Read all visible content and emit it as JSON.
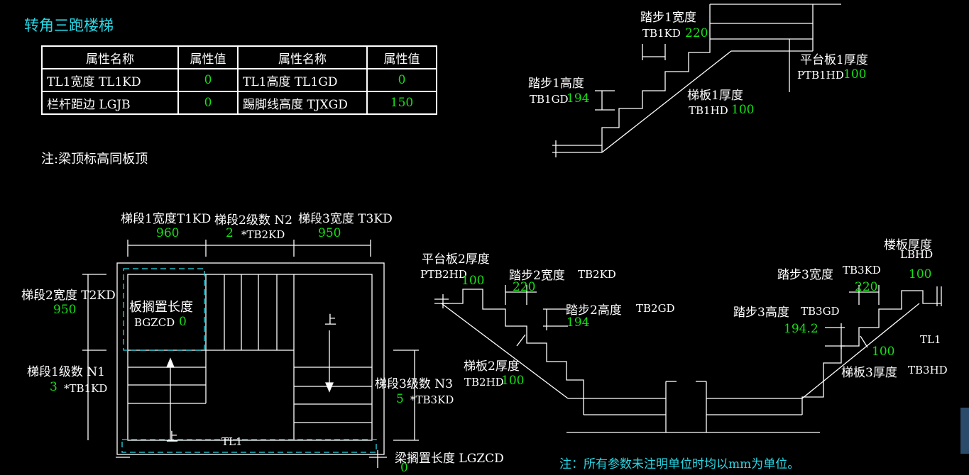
{
  "title": "转角三跑楼梯",
  "table": {
    "headers": [
      "属性名称",
      "属性值",
      "属性名称",
      "属性值"
    ],
    "rows": [
      [
        "TL1宽度  TL1KD",
        "0",
        "TL1高度 TL1GD",
        "0"
      ],
      [
        "栏杆距边 LGJB",
        "0",
        "踢脚线高度 TJXGD",
        "150"
      ]
    ]
  },
  "note_top": "注:梁顶标高同板顶",
  "note_bottom": "注：所有参数未注明单位时均以mm为单位。",
  "top_diagram": {
    "step_width_label": "踏步1宽度",
    "step_width_code": "TB1KD",
    "step_width_value": "220",
    "platform_label": "平台板1厚度",
    "platform_code": "PTB1HD",
    "platform_value": "100",
    "step_height_label": "踏步1高度",
    "step_height_code": "TB1GD",
    "step_height_value": "194",
    "slab_label": "梯板1厚度",
    "slab_code": "TB1HD",
    "slab_value": "100"
  },
  "plan": {
    "t1_label": "梯段1宽度T1KD",
    "t1_value": "960",
    "n2_label": "梯段2级数 N2",
    "n2_value": "2",
    "tb2kd": "*TB2KD",
    "t3_label": "梯段3宽度 T3KD",
    "t3_value": "950",
    "t2_label": "梯段2宽度 T2KD",
    "t2_value": "950",
    "bgzcd_label": "板搁置长度",
    "bgzcd_code": "BGZCD",
    "bgzcd_value": "0",
    "n1_label": "梯段1级数 N1",
    "n1_value": "3",
    "tb1kd": "*TB1KD",
    "n3_label": "梯段3级数 N3",
    "n3_value": "5",
    "tb3kd": "*TB3KD",
    "up1": "上",
    "up2": "上",
    "tl1": "TL1",
    "lgzcd_label": "梁搁置长度  LGZCD",
    "lgzcd_value": "0"
  },
  "section": {
    "ptb2_label": "平台板2厚度",
    "ptb2_code": "PTB2HD",
    "ptb2_value": "100",
    "tb2kd_label": "踏步2宽度",
    "tb2kd_code": "TB2KD",
    "tb2kd_value": "220",
    "tb2gd_label": "踏步2高度",
    "tb2gd_code": "TB2GD",
    "tb2gd_value": "194",
    "tb2hd_label": "梯板2厚度",
    "tb2hd_code": "TB2HD",
    "tb2hd_value": "100",
    "lbhd_label": "楼板厚度",
    "lbhd_code": "LBHD",
    "lbhd_value": "100",
    "tb3kd_label": "踏步3宽度",
    "tb3kd_code": "TB3KD",
    "tb3kd_value": "220",
    "tb3gd_label": "踏步3高度",
    "tb3gd_code": "TB3GD",
    "tb3gd_value": "194.2",
    "tb3hd_label": "梯板3厚度",
    "tb3hd_code": "TB3HD",
    "tb3hd_value": "100",
    "tl1": "TL1"
  },
  "colors": {
    "background": "#000000",
    "line": "#ffffff",
    "value": "#16e016",
    "accent": "#28d8e6"
  }
}
